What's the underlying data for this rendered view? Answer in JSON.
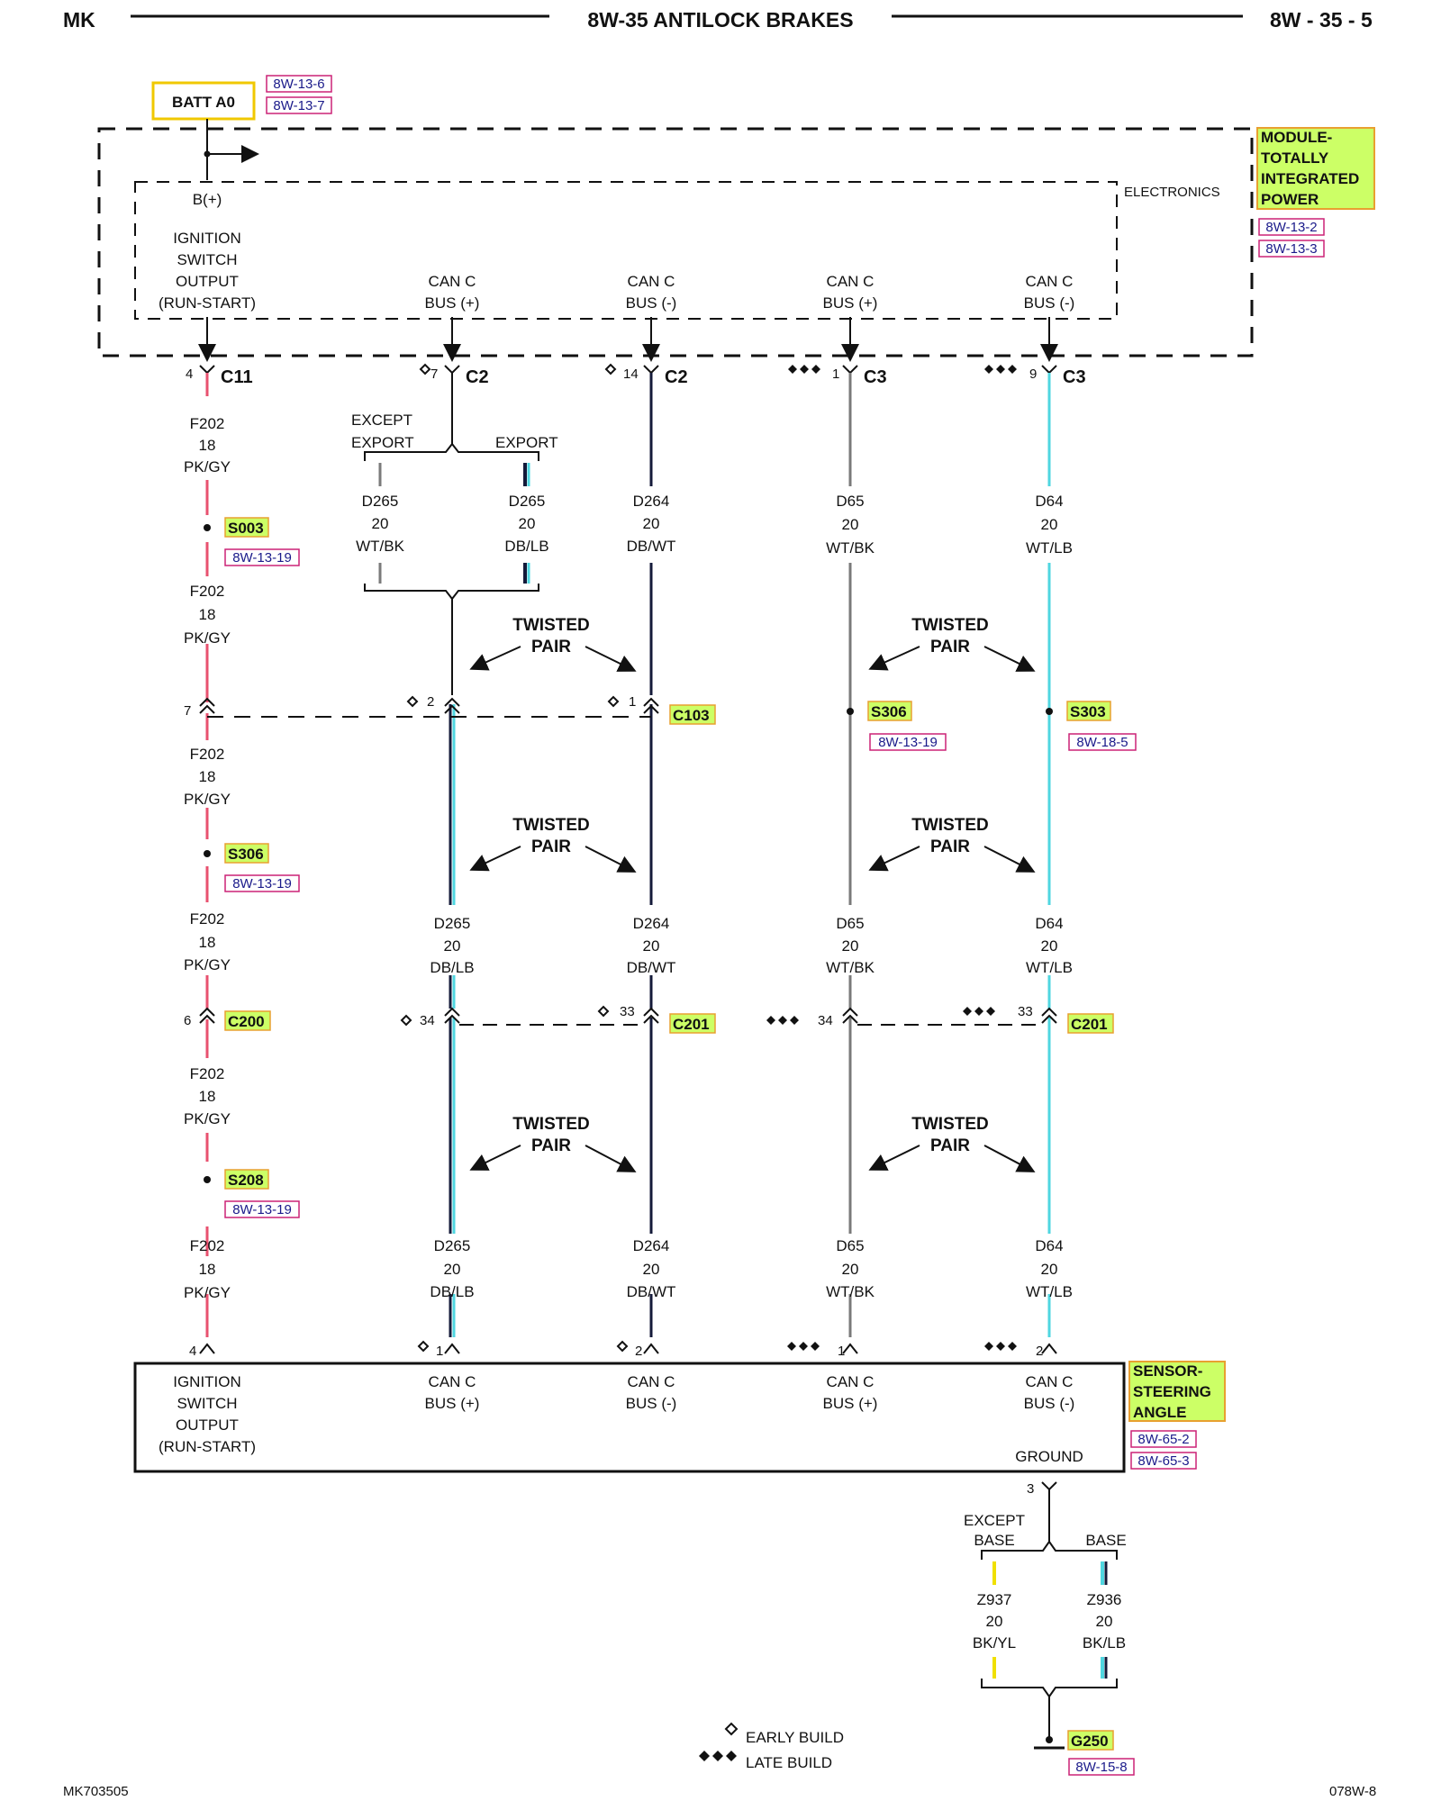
{
  "header": {
    "left": "MK",
    "title": "8W-35 ANTILOCK BRAKES",
    "right": "8W - 35 - 5"
  },
  "footer": {
    "left": "MK703505",
    "right": "078W-8"
  },
  "battery": {
    "label": "BATT A0",
    "refs": [
      "8W-13-6",
      "8W-13-7"
    ]
  },
  "module": {
    "name_lines": [
      "MODULE-",
      "TOTALLY",
      "INTEGRATED",
      "POWER"
    ],
    "refs": [
      "8W-13-2",
      "8W-13-3"
    ],
    "inner_label": "ELECTRONICS",
    "bplus": "B(+)",
    "pins": [
      {
        "lines": [
          "IGNITION",
          "SWITCH",
          "OUTPUT",
          "(RUN-START)"
        ]
      },
      {
        "lines": [
          "CAN C",
          "BUS (+)"
        ]
      },
      {
        "lines": [
          "CAN C",
          "BUS (-)"
        ]
      },
      {
        "lines": [
          "CAN C",
          "BUS (+)"
        ]
      },
      {
        "lines": [
          "CAN C",
          "BUS (-)"
        ]
      }
    ]
  },
  "top_connectors": [
    {
      "pin": "4",
      "name": "C11"
    },
    {
      "pin": "7",
      "name": "C2"
    },
    {
      "pin": "14",
      "name": "C2"
    },
    {
      "pin": "1",
      "name": "C3"
    },
    {
      "pin": "9",
      "name": "C3"
    }
  ],
  "export_branch": {
    "left": [
      "EXCEPT",
      "EXPORT"
    ],
    "right": "EXPORT"
  },
  "wires": {
    "f202": {
      "circuit": "F202",
      "gauge": "18",
      "color": "PK/GY"
    },
    "d265_wtbk": {
      "circuit": "D265",
      "gauge": "20",
      "color": "WT/BK"
    },
    "d265_dblb": {
      "circuit": "D265",
      "gauge": "20",
      "color": "DB/LB"
    },
    "d264": {
      "circuit": "D264",
      "gauge": "20",
      "color": "DB/WT"
    },
    "d65": {
      "circuit": "D65",
      "gauge": "20",
      "color": "WT/BK"
    },
    "d64": {
      "circuit": "D64",
      "gauge": "20",
      "color": "WT/LB"
    }
  },
  "splices": [
    {
      "name": "S003",
      "ref": "8W-13-19"
    },
    {
      "name": "S306",
      "ref": "8W-13-19"
    },
    {
      "name": "S208",
      "ref": "8W-13-19"
    },
    {
      "name": "S306",
      "ref": "8W-13-19"
    },
    {
      "name": "S303",
      "ref": "8W-18-5"
    }
  ],
  "mid_connectors": {
    "c103": {
      "name": "C103",
      "pins": [
        "7",
        "2",
        "1"
      ]
    },
    "c200": {
      "name": "C200",
      "pin": "6"
    },
    "c201": {
      "name": "C201",
      "pins": [
        "34",
        "33",
        "34",
        "33"
      ]
    }
  },
  "twisted_pair": [
    "TWISTED",
    "PAIR"
  ],
  "bottom_pins": [
    "4",
    "1",
    "2",
    "1",
    "2"
  ],
  "sensor": {
    "name_lines": [
      "SENSOR-",
      "STEERING",
      "ANGLE"
    ],
    "refs": [
      "8W-65-2",
      "8W-65-3"
    ],
    "ground_label": "GROUND",
    "ground_pin": "3",
    "pins": [
      {
        "lines": [
          "IGNITION",
          "SWITCH",
          "OUTPUT",
          "(RUN-START)"
        ]
      },
      {
        "lines": [
          "CAN C",
          "BUS (+)"
        ]
      },
      {
        "lines": [
          "CAN C",
          "BUS (-)"
        ]
      },
      {
        "lines": [
          "CAN C",
          "BUS (+)"
        ]
      },
      {
        "lines": [
          "CAN C",
          "BUS (-)"
        ]
      }
    ]
  },
  "base_branch": {
    "left": [
      "EXCEPT",
      "BASE"
    ],
    "right": "BASE"
  },
  "ground_wires": {
    "z937": {
      "circuit": "Z937",
      "gauge": "20",
      "color": "BK/YL"
    },
    "z936": {
      "circuit": "Z936",
      "gauge": "20",
      "color": "BK/LB"
    }
  },
  "ground": {
    "name": "G250",
    "ref": "8W-15-8"
  },
  "legend": {
    "early": "EARLY BUILD",
    "late": "LATE BUILD"
  },
  "colors": {
    "pink": "#e8516f",
    "cyan": "#4fd6e0",
    "navy": "#141a3a",
    "gray": "#7a7a7a",
    "yellow": "#f0e000",
    "hilite": "#ccff66",
    "ref_border": "#cc2277"
  }
}
